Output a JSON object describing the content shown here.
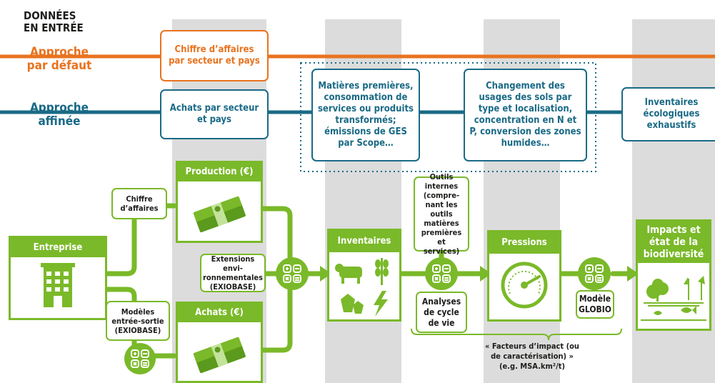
{
  "header": {
    "donnees": "DONNÉES\nEN ENTRÉE",
    "approche_defaut": "Approche\npar défaut",
    "approche_affinee": "Approche\naffinée"
  },
  "orange_row": {
    "chiffre_affaires": "Chiffre d’affaires\npar secteur et pays"
  },
  "blue_row": {
    "achats": "Achats par secteur\net pays",
    "matieres": "Matières premières,\nconsommation de\nservices ou produits\ntransformés;\némissions de GES\npar Scope…",
    "changement": "Changement des\nusages des sols par\ntype et localisation,\nconcentration en N et\nP, conversion des zones\nhumides…",
    "inventaires_eco": "Inventaires\nécologiques\nexhaustifs"
  },
  "flow": {
    "entreprise": "Entreprise",
    "chiffre": "Chiffre\nd’affaires",
    "modeles_es": "Modèles\nentrée-sortie\n(EXIOBASE)",
    "production": "Production (€)",
    "achats_eur": "Achats (€)",
    "extensions": "Extensions envi-\nronnementales\n(EXIOBASE)",
    "inventaires": "Inventaires",
    "outils": "Outils internes\n(compre-\nnant les\noutils matières\npremières et\nservices)",
    "analyses": "Analyses\nde cycle\nde vie",
    "pressions": "Pressions",
    "globio": "Modèle\nGLOBIO",
    "impacts": "Impacts et\nétat de la\nbiodiversité",
    "facteurs": "« Facteurs d’impact (ou\nde caractérisation) »\n(e.g. MSA.km²/t)"
  },
  "colors": {
    "orange": "#e8731f",
    "blue": "#1a6a86",
    "green": "#7ab929",
    "gray": "#dcdcdc"
  }
}
